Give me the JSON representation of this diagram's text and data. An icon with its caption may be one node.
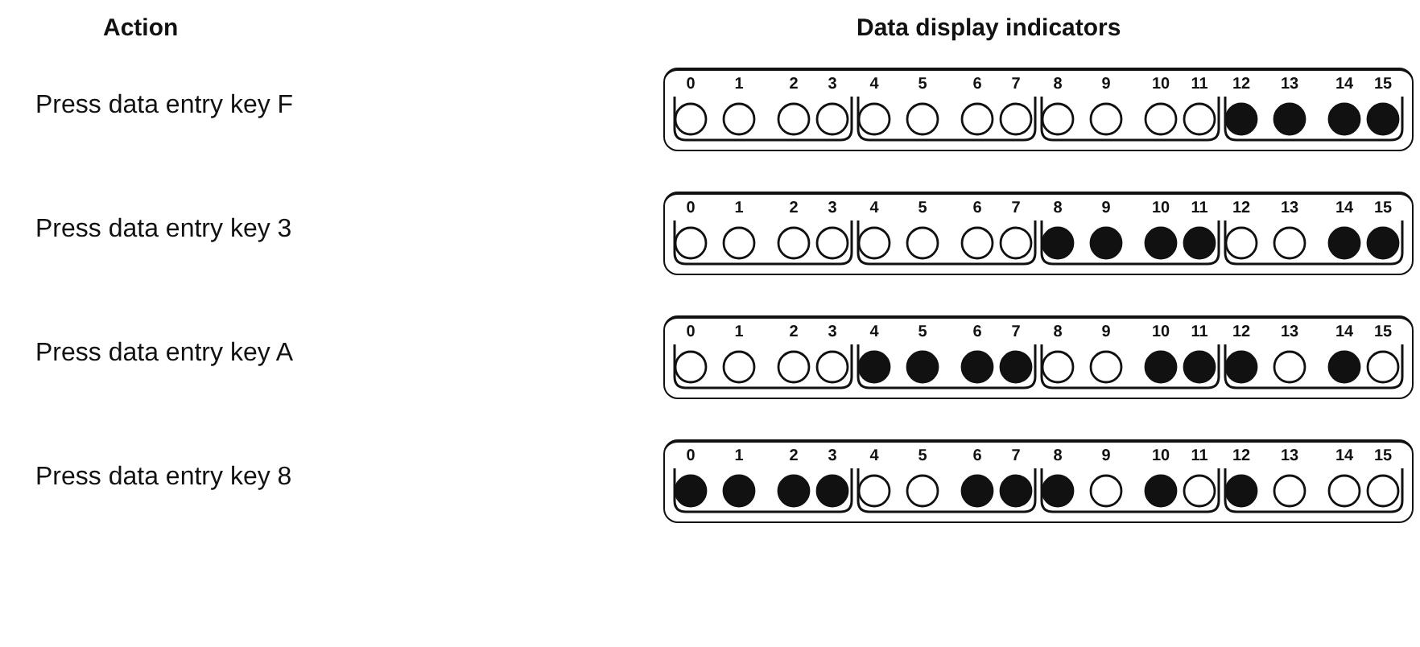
{
  "diagram": {
    "nodes": [
      {
        "text": [],
        "shape": "box"
      },
      {
        "text": [
          "0",
          "1",
          "2",
          "3"
        ],
        "in": 0
      },
      {
        "text": [],
        "shape": "circle",
        "in": 1
      },
      {
        "text": [],
        "shape": "circle",
        "in": 1
      },
      {
        "text": [],
        "shape": "circle",
        "in": 1
      },
      {
        "text": [],
        "shape": "circle",
        "in": 1
      },
      {
        "text": [
          "4",
          "5",
          "6",
          "7"
        ],
        "in": 0
      },
      {
        "text": [],
        "shape": "circle",
        "in": 6
      },
      {
        "text": [],
        "shape": "circle",
        "in": 6
      },
      {
        "text": [],
        "shape": "circle",
        "in": 6
      },
      {
        "text": [],
        "shape": "circle",
        "in": 6
      },
      {
        "text": [
          "8",
          "9",
          "10",
          "11"
        ],
        "in": 0
      },
      {
        "text": [],
        "shape": "circle",
        "in": 11
      },
      {
        "text": [],
        "shape": "circle",
        "in": 11
      },
      {
        "text": [],
        "shape": "circle",
        "in": 11
      },
      {
        "text": [],
        "shape": "circle",
        "in": 11
      },
      {
        "text": [
          "12",
          "13",
          "14",
          "15"
        ],
        "in": 0
      },
      {
        "text": [],
        "shape": "dot",
        "in": 16
      },
      {
        "text": [],
        "shape": "dot",
        "in": 16
      },
      {
        "text": [],
        "shape": "dot",
        "in": 16
      },
      {
        "text": [],
        "shape": "dot",
        "in": 16
      },
      {
        "text": [],
        "shape": "box"
      },
      {
        "text": [
          "0",
          "1",
          "2",
          "3"
        ],
        "in": 21
      },
      {
        "text": [],
        "shape": "circle",
        "in": 22
      },
      {
        "text": [],
        "shape": "circle",
        "in": 22
      },
      {
        "text": [],
        "shape": "circle",
        "in": 22
      },
      {
        "text": [],
        "shape": "circle",
        "in": 22
      },
      {
        "text": [
          "4",
          "5",
          "6",
          "7"
        ],
        "in": 21
      },
      {
        "text": [],
        "shape": "circle",
        "in": 27
      },
      {
        "text": [],
        "shape": "circle",
        "in": 27
      },
      {
        "text": [],
        "shape": "circle",
        "in": 27
      },
      {
        "text": [],
        "shape": "circle",
        "in": 27
      },
      {
        "text": [
          "8",
          "9",
          "10",
          "11"
        ],
        "in": 21
      },
      {
        "text": [],
        "shape": "dot",
        "in": 32
      },
      {
        "text": [],
        "shape": "dot",
        "in": 32
      },
      {
        "text": [],
        "shape": "dot",
        "in": 32
      },
      {
        "text": [],
        "shape": "dot",
        "in": 32
      },
      {
        "text": [
          "12",
          "13",
          "14",
          "15"
        ],
        "in": 21
      },
      {
        "text": [],
        "shape": "circle",
        "in": 37
      },
      {
        "text": [],
        "shape": "circle",
        "in": 37
      },
      {
        "text": [],
        "shape": "dot",
        "in": 37
      },
      {
        "text": [],
        "shape": "dot",
        "in": 37
      },
      {
        "text": [],
        "shape": "box"
      },
      {
        "text": [
          "0",
          "1",
          "2",
          "3"
        ],
        "in": 42
      },
      {
        "text": [],
        "shape": "circle",
        "in": 43
      },
      {
        "text": [],
        "shape": "circle",
        "in": 43
      },
      {
        "text": [],
        "shape": "circle",
        "in": 43
      },
      {
        "text": [],
        "shape": "circle",
        "in": 43
      },
      {
        "text": [
          "4",
          "5",
          "6",
          "7"
        ],
        "in": 42
      },
      {
        "text": [],
        "shape": "dot",
        "in": 48
      },
      {
        "text": [],
        "shape": "dot",
        "in": 48
      },
      {
        "text": [],
        "shape": "dot",
        "in": 48
      },
      {
        "text": [],
        "shape": "dot",
        "in": 48
      },
      {
        "text": [
          "8",
          "9",
          "10",
          "11"
        ],
        "in": 42
      },
      {
        "text": [],
        "shape": "circle",
        "in": 53
      },
      {
        "text": [],
        "shape": "circle",
        "in": 53
      },
      {
        "text": [],
        "shape": "dot",
        "in": 53
      },
      {
        "text": [],
        "shape": "dot",
        "in": 53
      },
      {
        "text": [
          "12",
          "13",
          "14",
          "15"
        ],
        "in": 42
      },
      {
        "text": [],
        "shape": "dot",
        "in": 58
      },
      {
        "text": [],
        "shape": "circle",
        "in": 58
      },
      {
        "text": [],
        "shape": "dot",
        "in": 58
      },
      {
        "text": [],
        "shape": "circle",
        "in": 58
      },
      {
        "text": [],
        "shape": "box"
      },
      {
        "text": [
          "0",
          "1",
          "2",
          "3"
        ],
        "in": 63
      },
      {
        "text": [],
        "shape": "dot",
        "in": 64
      },
      {
        "text": [],
        "shape": "dot",
        "in": 64
      },
      {
        "text": [],
        "shape": "dot",
        "in": 64
      },
      {
        "text": [],
        "shape": "dot",
        "in": 64
      },
      {
        "text": [
          "4",
          "5",
          "6",
          "7"
        ],
        "in": 63
      },
      {
        "text": [],
        "shape": "circle",
        "in": 69
      },
      {
        "text": [],
        "shape": "circle",
        "in": 69
      },
      {
        "text": [],
        "shape": "dot",
        "in": 69
      },
      {
        "text": [],
        "shape": "dot",
        "in": 69
      },
      {
        "text": [
          "8",
          "9",
          "10",
          "11"
        ],
        "in": 63
      },
      {
        "text": [],
        "shape": "dot",
        "in": 74
      },
      {
        "text": [],
        "shape": "circle",
        "in": 74
      },
      {
        "text": [],
        "shape": "dot",
        "in": 74
      },
      {
        "text": [],
        "shape": "circle",
        "in": 74
      },
      {
        "text": [
          "12",
          "13",
          "14",
          "15"
        ],
        "in": 63
      },
      {
        "text": [],
        "shape": "dot",
        "in": 79
      },
      {
        "text": [],
        "shape": "circle",
        "in": 79
      },
      {
        "text": [],
        "shape": "circle",
        "in": 79
      },
      {
        "text": [],
        "shape": "circle",
        "in": 79
      }
    ],
    "labels": [
      "Action",
      "Data display indicators",
      "Press data entry key F",
      "Press data entry key 3",
      "Press data entry key A",
      "Press data entry key 8"
    ]
  }
}
